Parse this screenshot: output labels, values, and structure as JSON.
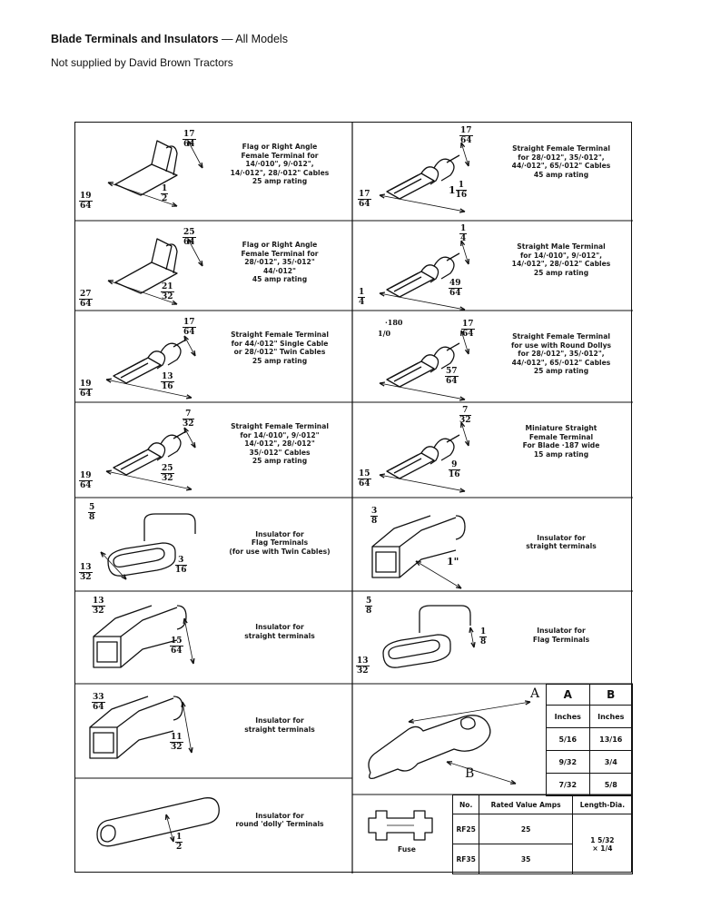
{
  "header": {
    "title_bold": "Blade Terminals and Insulators",
    "title_rest": " — All Models",
    "subtitle": "Not supplied by David Brown Tractors"
  },
  "left": [
    {
      "lines": [
        "Flag or Right Angle",
        "Female Terminal for",
        "14/·010\", 9/·012\",",
        "14/·012\", 28/·012\" Cables",
        "25 amp rating"
      ],
      "dims": [
        {
          "n": "17",
          "d": "64"
        },
        {
          "n": "1",
          "d": "2"
        },
        {
          "n": "19",
          "d": "64"
        }
      ]
    },
    {
      "lines": [
        "Flag or Right Angle",
        "Female Terminal for",
        "28/·012\", 35/·012\"",
        "44/·012\"",
        "45 amp rating"
      ],
      "dims": [
        {
          "n": "25",
          "d": "64"
        },
        {
          "n": "21",
          "d": "32"
        },
        {
          "n": "27",
          "d": "64"
        }
      ]
    },
    {
      "lines": [
        "Straight Female Terminal",
        "for 44/·012\" Single Cable",
        "or 28/·012\" Twin Cables",
        "25 amp rating"
      ],
      "dims": [
        {
          "n": "17",
          "d": "64"
        },
        {
          "n": "13",
          "d": "16"
        },
        {
          "n": "19",
          "d": "64"
        }
      ]
    },
    {
      "lines": [
        "Straight Female Terminal",
        "for 14/·010\", 9/·012\"",
        "14/·012\", 28/·012\"",
        "35/·012\" Cables",
        "25 amp rating"
      ],
      "dims": [
        {
          "n": "7",
          "d": "32"
        },
        {
          "n": "25",
          "d": "32"
        },
        {
          "n": "19",
          "d": "64"
        }
      ]
    },
    {
      "lines": [
        "Insulator for",
        "Flag Terminals",
        "(for use with Twin Cables)"
      ],
      "dims": [
        {
          "n": "5",
          "d": "8"
        },
        {
          "n": "3",
          "d": "16"
        },
        {
          "n": "13",
          "d": "32"
        }
      ]
    },
    {
      "lines": [
        "Insulator for",
        "straight terminals"
      ],
      "dims": [
        {
          "n": "13",
          "d": "32"
        },
        {
          "n": "15",
          "d": "64"
        }
      ]
    },
    {
      "lines": [
        "Insulator for",
        "straight terminals"
      ],
      "dims": [
        {
          "n": "33",
          "d": "64"
        },
        {
          "n": "11",
          "d": "32"
        }
      ]
    },
    {
      "lines": [
        "Insulator for",
        "round 'dolly' Terminals"
      ],
      "dims": [
        {
          "n": "1",
          "d": "2"
        }
      ]
    }
  ],
  "right": [
    {
      "lines": [
        "Straight Female Terminal",
        "for 28/·012\", 35/·012\",",
        "44/·012\", 65/·012\" Cables",
        "45 amp rating"
      ],
      "dims": [
        {
          "n": "17",
          "d": "64"
        },
        {
          "n": "1",
          "d": "16",
          "w": "1"
        },
        {
          "n": "17",
          "d": "64"
        }
      ]
    },
    {
      "lines": [
        "Straight Male Terminal",
        "for 14/·010\", 9/·012\",",
        "14/·012\", 28/·012\" Cables",
        "25 amp rating"
      ],
      "dims": [
        {
          "n": "1",
          "d": "4"
        },
        {
          "n": "49",
          "d": "64"
        },
        {
          "n": "1",
          "d": "4"
        }
      ]
    },
    {
      "lines": [
        "Straight Female Terminal",
        "for use with Round Dollys",
        "for 28/·012\", 35/·012\",",
        "44/·012\", 65/·012\" Cables",
        "25 amp rating"
      ],
      "dims": [
        {
          "n": "17",
          "d": "64"
        },
        {
          "n": "57",
          "d": "64"
        }
      ],
      "extra": "·180",
      "extra2": "1/0"
    },
    {
      "lines": [
        "Miniature Straight",
        "Female Terminal",
        "For Blade ·187 wide",
        "15 amp rating"
      ],
      "dims": [
        {
          "n": "7",
          "d": "32"
        },
        {
          "n": "9",
          "d": "16"
        },
        {
          "n": "15",
          "d": "64"
        }
      ]
    },
    {
      "lines": [
        "Insulator for",
        "straight terminals"
      ],
      "dims": [
        {
          "n": "3",
          "d": "8"
        },
        {
          "n": "1",
          "d": "",
          "w": "1\""
        }
      ]
    },
    {
      "lines": [
        "Insulator for",
        "Flag Terminals"
      ],
      "dims": [
        {
          "n": "5",
          "d": "8"
        },
        {
          "n": "1",
          "d": "8"
        },
        {
          "n": "13",
          "d": "32"
        }
      ]
    }
  ],
  "ring": {
    "label_a": "A",
    "label_b": "B",
    "table_headers": [
      "A",
      "B"
    ],
    "table_units": [
      "Inches",
      "Inches"
    ],
    "rows": [
      [
        "5/16",
        "13/16"
      ],
      [
        "9/32",
        "3/4"
      ],
      [
        "7/32",
        "5/8"
      ]
    ]
  },
  "fuse": {
    "label": "Fuse",
    "headers": [
      "No.",
      "Rated Value Amps",
      "Length-Dia."
    ],
    "rows": [
      [
        "RF25",
        "25"
      ],
      [
        "RF35",
        "35"
      ]
    ],
    "size_line1": "1 5/32",
    "size_line2": "× 1/4"
  }
}
